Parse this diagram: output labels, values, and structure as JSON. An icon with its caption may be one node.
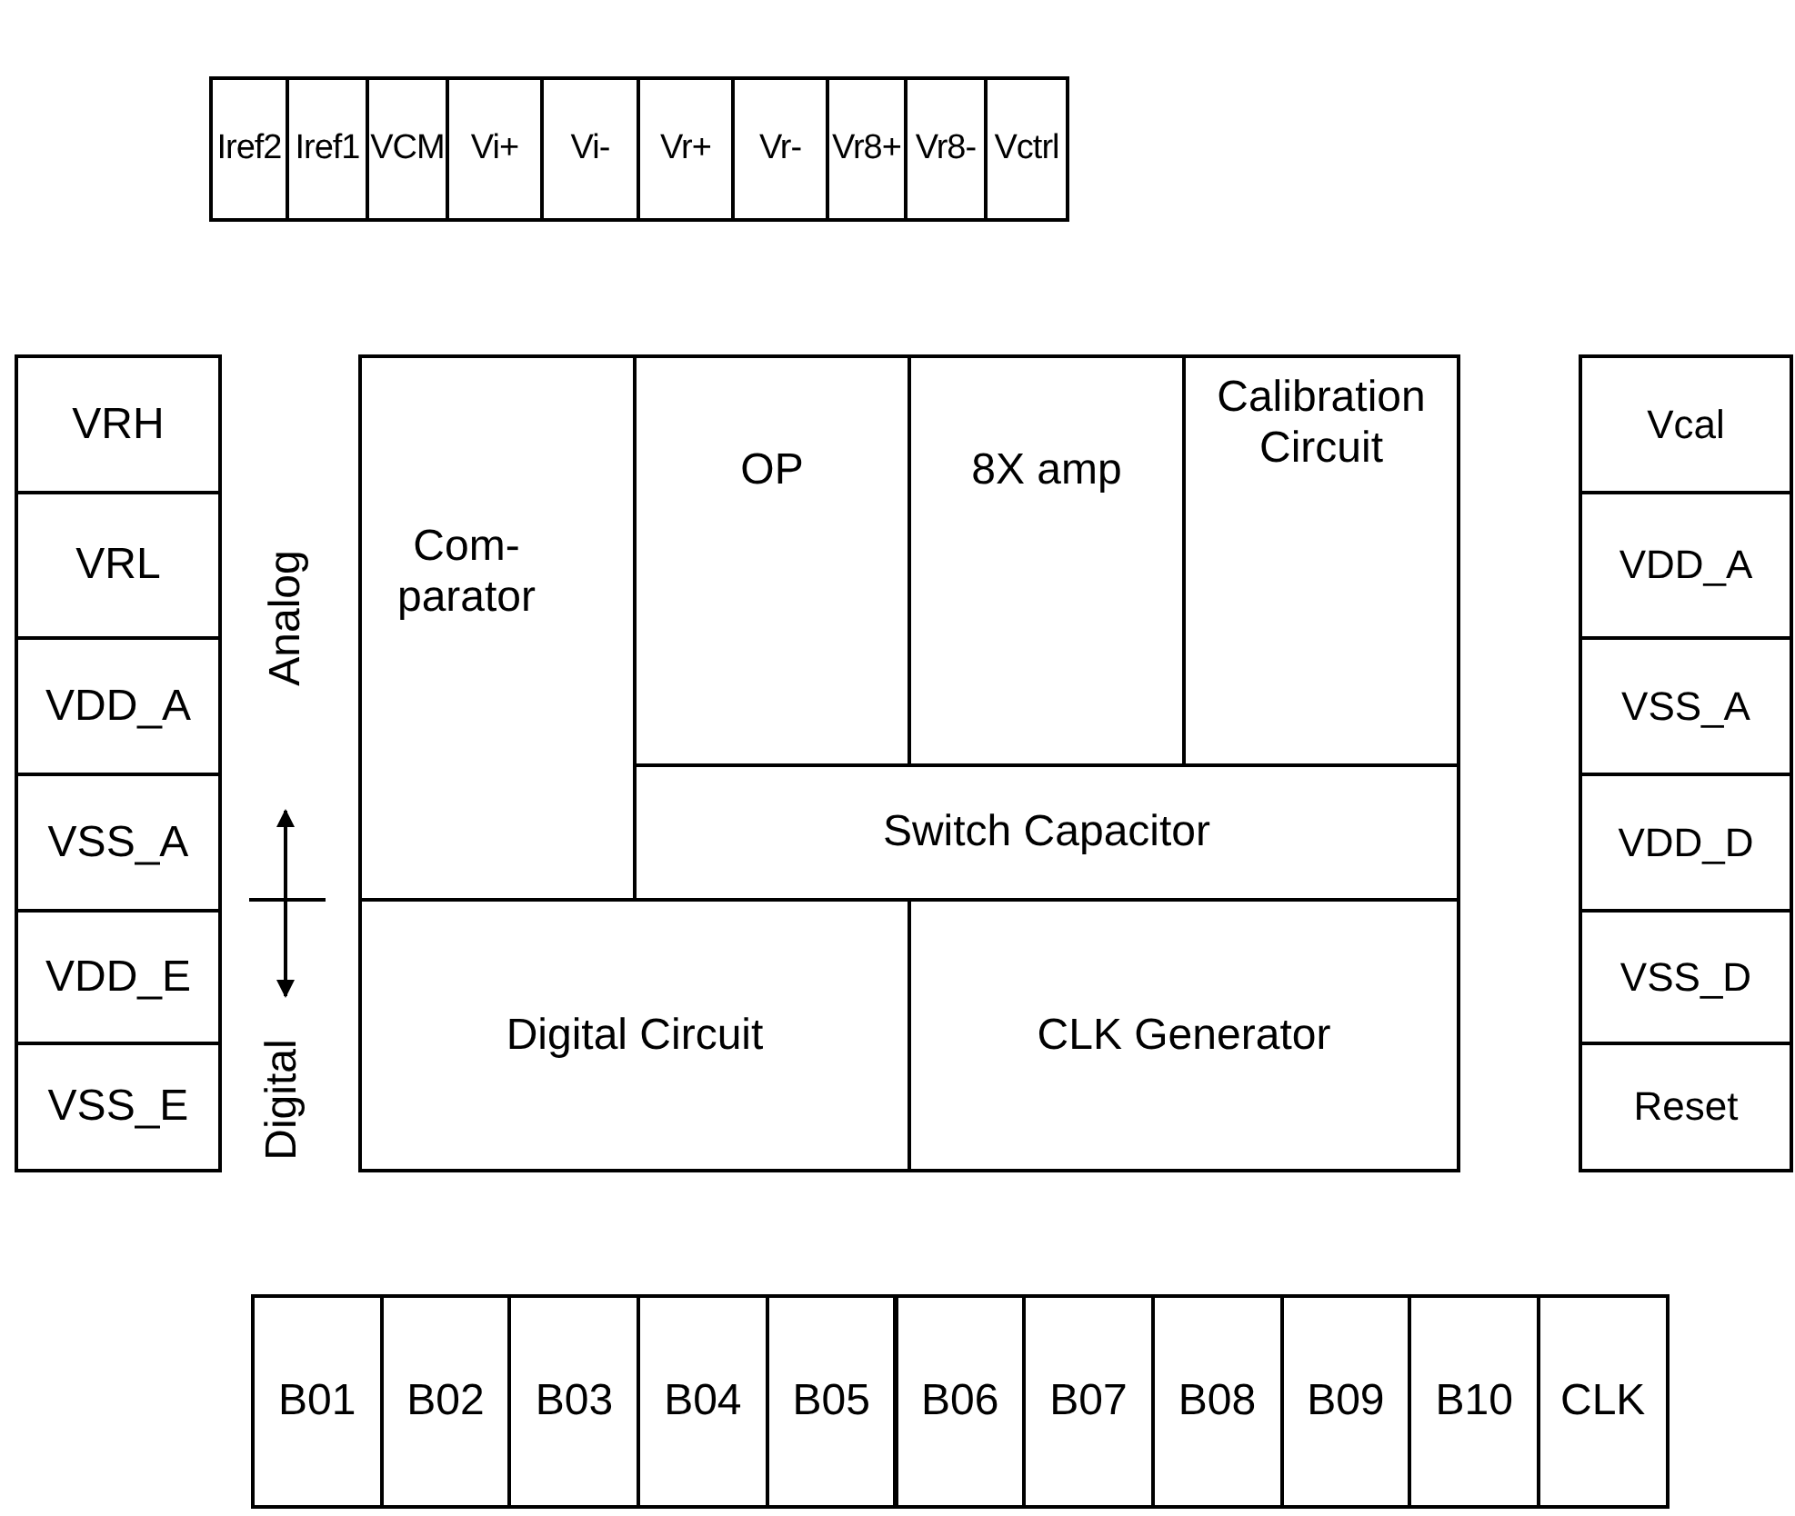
{
  "diagram": {
    "nodes": [
      {
        "text": [
          "Iref2"
        ]
      },
      {
        "text": [
          "Iref1"
        ]
      },
      {
        "text": [
          "VCM"
        ]
      },
      {
        "text": [
          "Vi+"
        ]
      },
      {
        "text": [
          "Vi-"
        ]
      },
      {
        "text": [
          "Vr+"
        ]
      },
      {
        "text": [
          "Vr-"
        ]
      },
      {
        "text": [
          "Vr8+"
        ]
      },
      {
        "text": [
          "Vr8-"
        ]
      },
      {
        "text": [
          "Vctrl"
        ]
      },
      {
        "text": [
          "VRH"
        ]
      },
      {
        "text": [
          "VRL"
        ]
      },
      {
        "text": [
          "VDD_A"
        ]
      },
      {
        "text": [
          "VSS_A"
        ]
      },
      {
        "text": [
          "VDD_E"
        ]
      },
      {
        "text": [
          "VSS_E"
        ]
      },
      {
        "text": [
          "Com- parator"
        ]
      },
      {
        "text": [
          "OP"
        ]
      },
      {
        "text": [
          "8X amp"
        ]
      },
      {
        "text": [
          "Calibration Circuit"
        ]
      },
      {
        "text": [
          "Switch Capacitor"
        ]
      },
      {
        "text": [
          "Digital Circuit"
        ]
      },
      {
        "text": [
          "CLK Generator"
        ]
      },
      {
        "text": [
          "Vcal"
        ]
      },
      {
        "text": [
          "VDD_A"
        ]
      },
      {
        "text": [
          "VSS_A"
        ]
      },
      {
        "text": [
          "VDD_D"
        ]
      },
      {
        "text": [
          "VSS_D"
        ]
      },
      {
        "text": [
          "Reset"
        ]
      },
      {
        "text": [
          "B01"
        ]
      },
      {
        "text": [
          "B02"
        ]
      },
      {
        "text": [
          "B03"
        ]
      },
      {
        "text": [
          "B04"
        ]
      },
      {
        "text": [
          "B05"
        ]
      },
      {
        "text": [
          "B06"
        ]
      },
      {
        "text": [
          "B07"
        ]
      },
      {
        "text": [
          "B08"
        ]
      },
      {
        "text": [
          "B09"
        ]
      },
      {
        "text": [
          "B10"
        ]
      },
      {
        "text": [
          "CLK"
        ]
      }
    ],
    "edges": [],
    "labels": [
      "Analog",
      "Digital"
    ]
  }
}
